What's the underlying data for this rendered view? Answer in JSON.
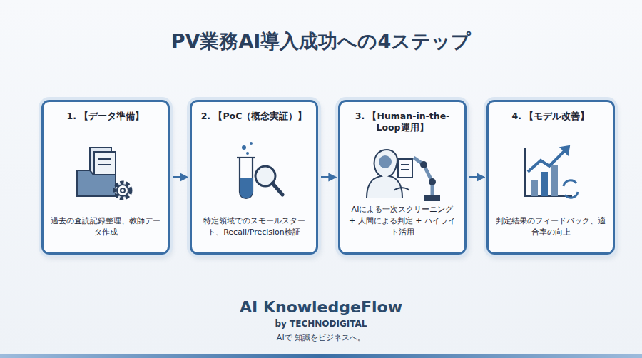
{
  "diagram": {
    "title": "PV業務AI導入成功への4ステップ",
    "nodes": [
      {
        "text": [
          "1. 【データ準備】",
          "過去の査読記録整理、教師データ作成"
        ]
      },
      {
        "text": [
          "2. 【PoC（概念実証）】",
          "特定領域でのスモールスタート、Recall/Precision検証"
        ]
      },
      {
        "text": [
          "3. 【Human-in-the-Loop運用】",
          "AIによる一次スクリーニング + 人間による判定 + ハイライト活用"
        ]
      },
      {
        "text": [
          "4. 【モデル改善】",
          "判定結果のフィードバック、適合率の向上"
        ]
      }
    ],
    "edges": [
      {
        "from": 0,
        "to": 1,
        "arrow": "to"
      },
      {
        "from": 1,
        "to": 2,
        "arrow": "to"
      },
      {
        "from": 2,
        "to": 3,
        "arrow": "to"
      }
    ],
    "labels": [
      "AI KnowledgeFlow",
      "by TECHNODIGITAL",
      "AIで 知識をビジネスへ。"
    ]
  }
}
